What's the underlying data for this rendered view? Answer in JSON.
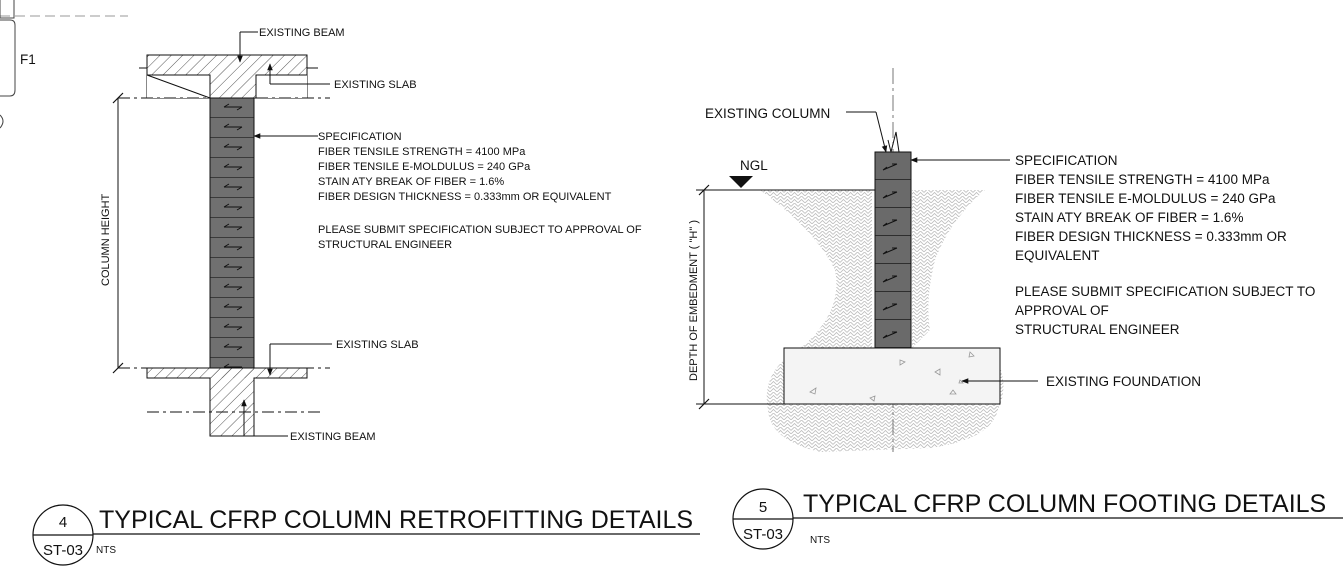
{
  "colors": {
    "ink": "#111111",
    "column_fill": "#6f6f6f",
    "hatch": "#555555",
    "soil": "#bdbdbd",
    "foundation_fill": "#f1f1f1"
  },
  "sheet_fragment": {
    "label": "F1"
  },
  "detail4": {
    "labels": {
      "existing_beam_top": "EXISTING BEAM",
      "existing_slab_top": "EXISTING SLAB",
      "existing_slab_bottom": "EXISTING SLAB",
      "existing_beam_bottom": "EXISTING BEAM",
      "column_height": "COLUMN HEIGHT"
    },
    "spec_lines": [
      "SPECIFICATION",
      "FIBER TENSILE STRENGTH = 4100 MPa",
      "FIBER TENSILE E-MOLDULUS = 240 GPa",
      "STAIN ATY BREAK OF FIBER = 1.6%",
      "FIBER DESIGN THICKNESS = 0.333mm OR EQUIVALENT"
    ],
    "submit_lines": [
      "PLEASE SUBMIT SPECIFICATION SUBJECT TO APPROVAL OF",
      "STRUCTURAL ENGINEER"
    ],
    "title": {
      "number": "4",
      "sheet": "ST-03",
      "text": "TYPICAL CFRP COLUMN RETROFITTING DETAILS",
      "scale": "NTS"
    }
  },
  "detail5": {
    "labels": {
      "existing_column": "EXISTING COLUMN",
      "ngl": "NGL",
      "depth": "DEPTH OF EMBEDMENT ( \"H\" )",
      "existing_foundation": "EXISTING FOUNDATION"
    },
    "spec_lines": [
      "SPECIFICATION",
      "FIBER TENSILE STRENGTH = 4100 MPa",
      "FIBER TENSILE E-MOLDULUS = 240 GPa",
      "STAIN ATY BREAK OF FIBER = 1.6%",
      "FIBER DESIGN THICKNESS = 0.333mm OR",
      "EQUIVALENT"
    ],
    "submit_lines": [
      "PLEASE SUBMIT SPECIFICATION SUBJECT TO",
      "APPROVAL OF",
      "STRUCTURAL ENGINEER"
    ],
    "title": {
      "number": "5",
      "sheet": "ST-03",
      "text": "TYPICAL CFRP COLUMN FOOTING DETAILS",
      "scale": "NTS"
    }
  }
}
